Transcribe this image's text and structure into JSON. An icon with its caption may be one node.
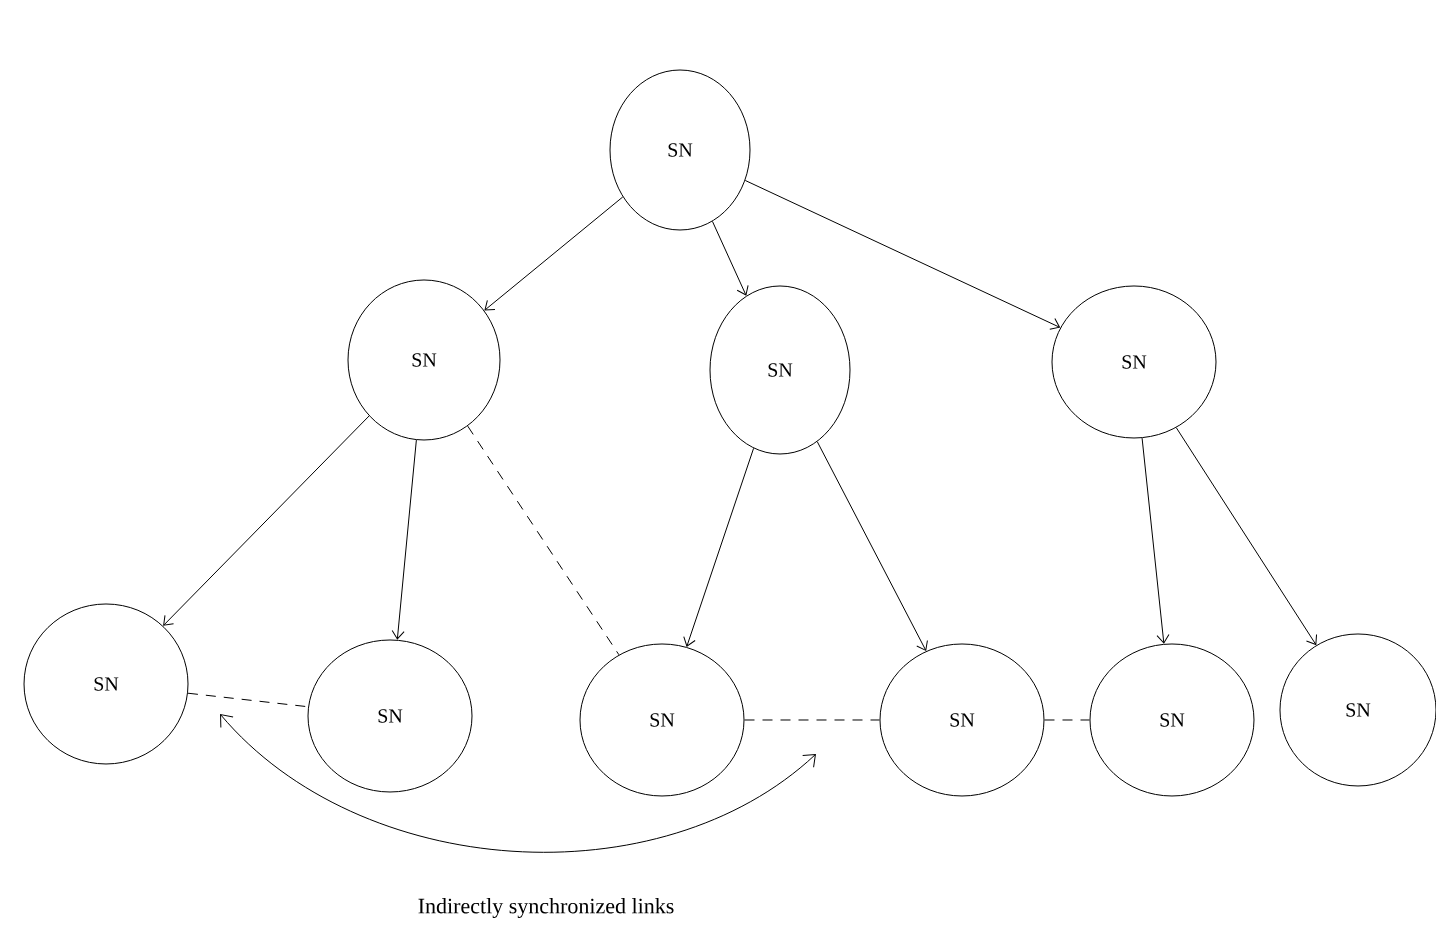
{
  "diagram": {
    "nodes": [
      {
        "text": [
          "SN"
        ]
      },
      {
        "text": [
          "SN"
        ]
      },
      {
        "text": [
          "SN"
        ]
      },
      {
        "text": [
          "SN"
        ]
      },
      {
        "text": [
          "SN"
        ]
      },
      {
        "text": [
          "SN"
        ]
      },
      {
        "text": [
          "SN"
        ]
      },
      {
        "text": [
          "SN"
        ]
      },
      {
        "text": [
          "SN"
        ]
      },
      {
        "text": [
          "SN"
        ]
      }
    ],
    "edges": [
      {
        "from": 0,
        "to": 1,
        "arrow": "to"
      },
      {
        "from": 0,
        "to": 2,
        "arrow": "to"
      },
      {
        "from": 0,
        "to": 3,
        "arrow": "to"
      },
      {
        "from": 1,
        "to": 4,
        "arrow": "to"
      },
      {
        "from": 1,
        "to": 5,
        "arrow": "to"
      },
      {
        "from": 1,
        "to": 6,
        "arrow": "none",
        "style": "dashed"
      },
      {
        "from": 2,
        "to": 6,
        "arrow": "to"
      },
      {
        "from": 2,
        "to": 7,
        "arrow": "to"
      },
      {
        "from": 3,
        "to": 8,
        "arrow": "to"
      },
      {
        "from": 3,
        "to": 9,
        "arrow": "to"
      },
      {
        "from": 4,
        "to": 5,
        "arrow": "none",
        "style": "dashed"
      },
      {
        "from": 6,
        "to": 7,
        "arrow": "none",
        "style": "dashed"
      },
      {
        "from": 7,
        "to": 8,
        "arrow": "none",
        "style": "dashed"
      }
    ],
    "labels": [
      "Indirectly synchronized links"
    ]
  }
}
